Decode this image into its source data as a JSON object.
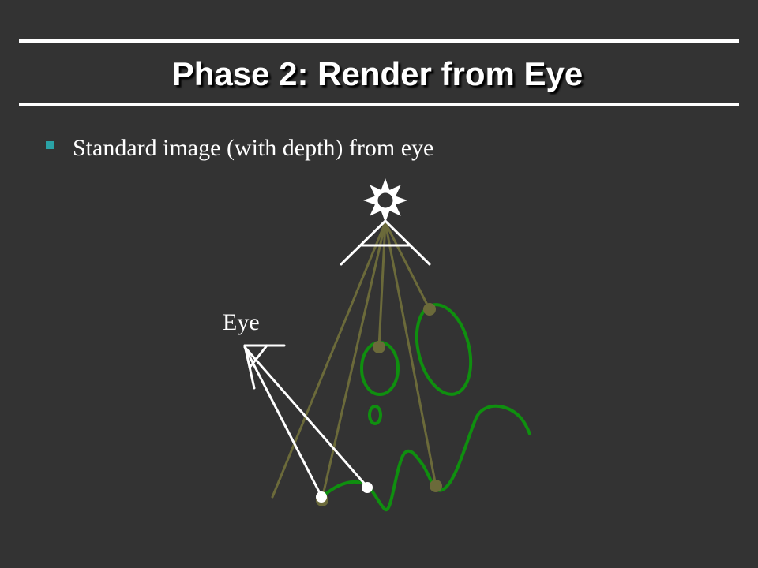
{
  "slide": {
    "title": "Phase 2: Render from Eye",
    "bullet": "Standard image (with depth) from eye"
  },
  "diagram": {
    "eye_label": "Eye",
    "icons": {
      "light": "sun-icon",
      "eye": "camera-frustum-icon"
    },
    "colors": {
      "background": "#333333",
      "light_rays": "#6b6a3a",
      "objects": "#0f8f0f",
      "eye_rays": "#ffffff",
      "bullet": "#2aa2a6"
    }
  }
}
